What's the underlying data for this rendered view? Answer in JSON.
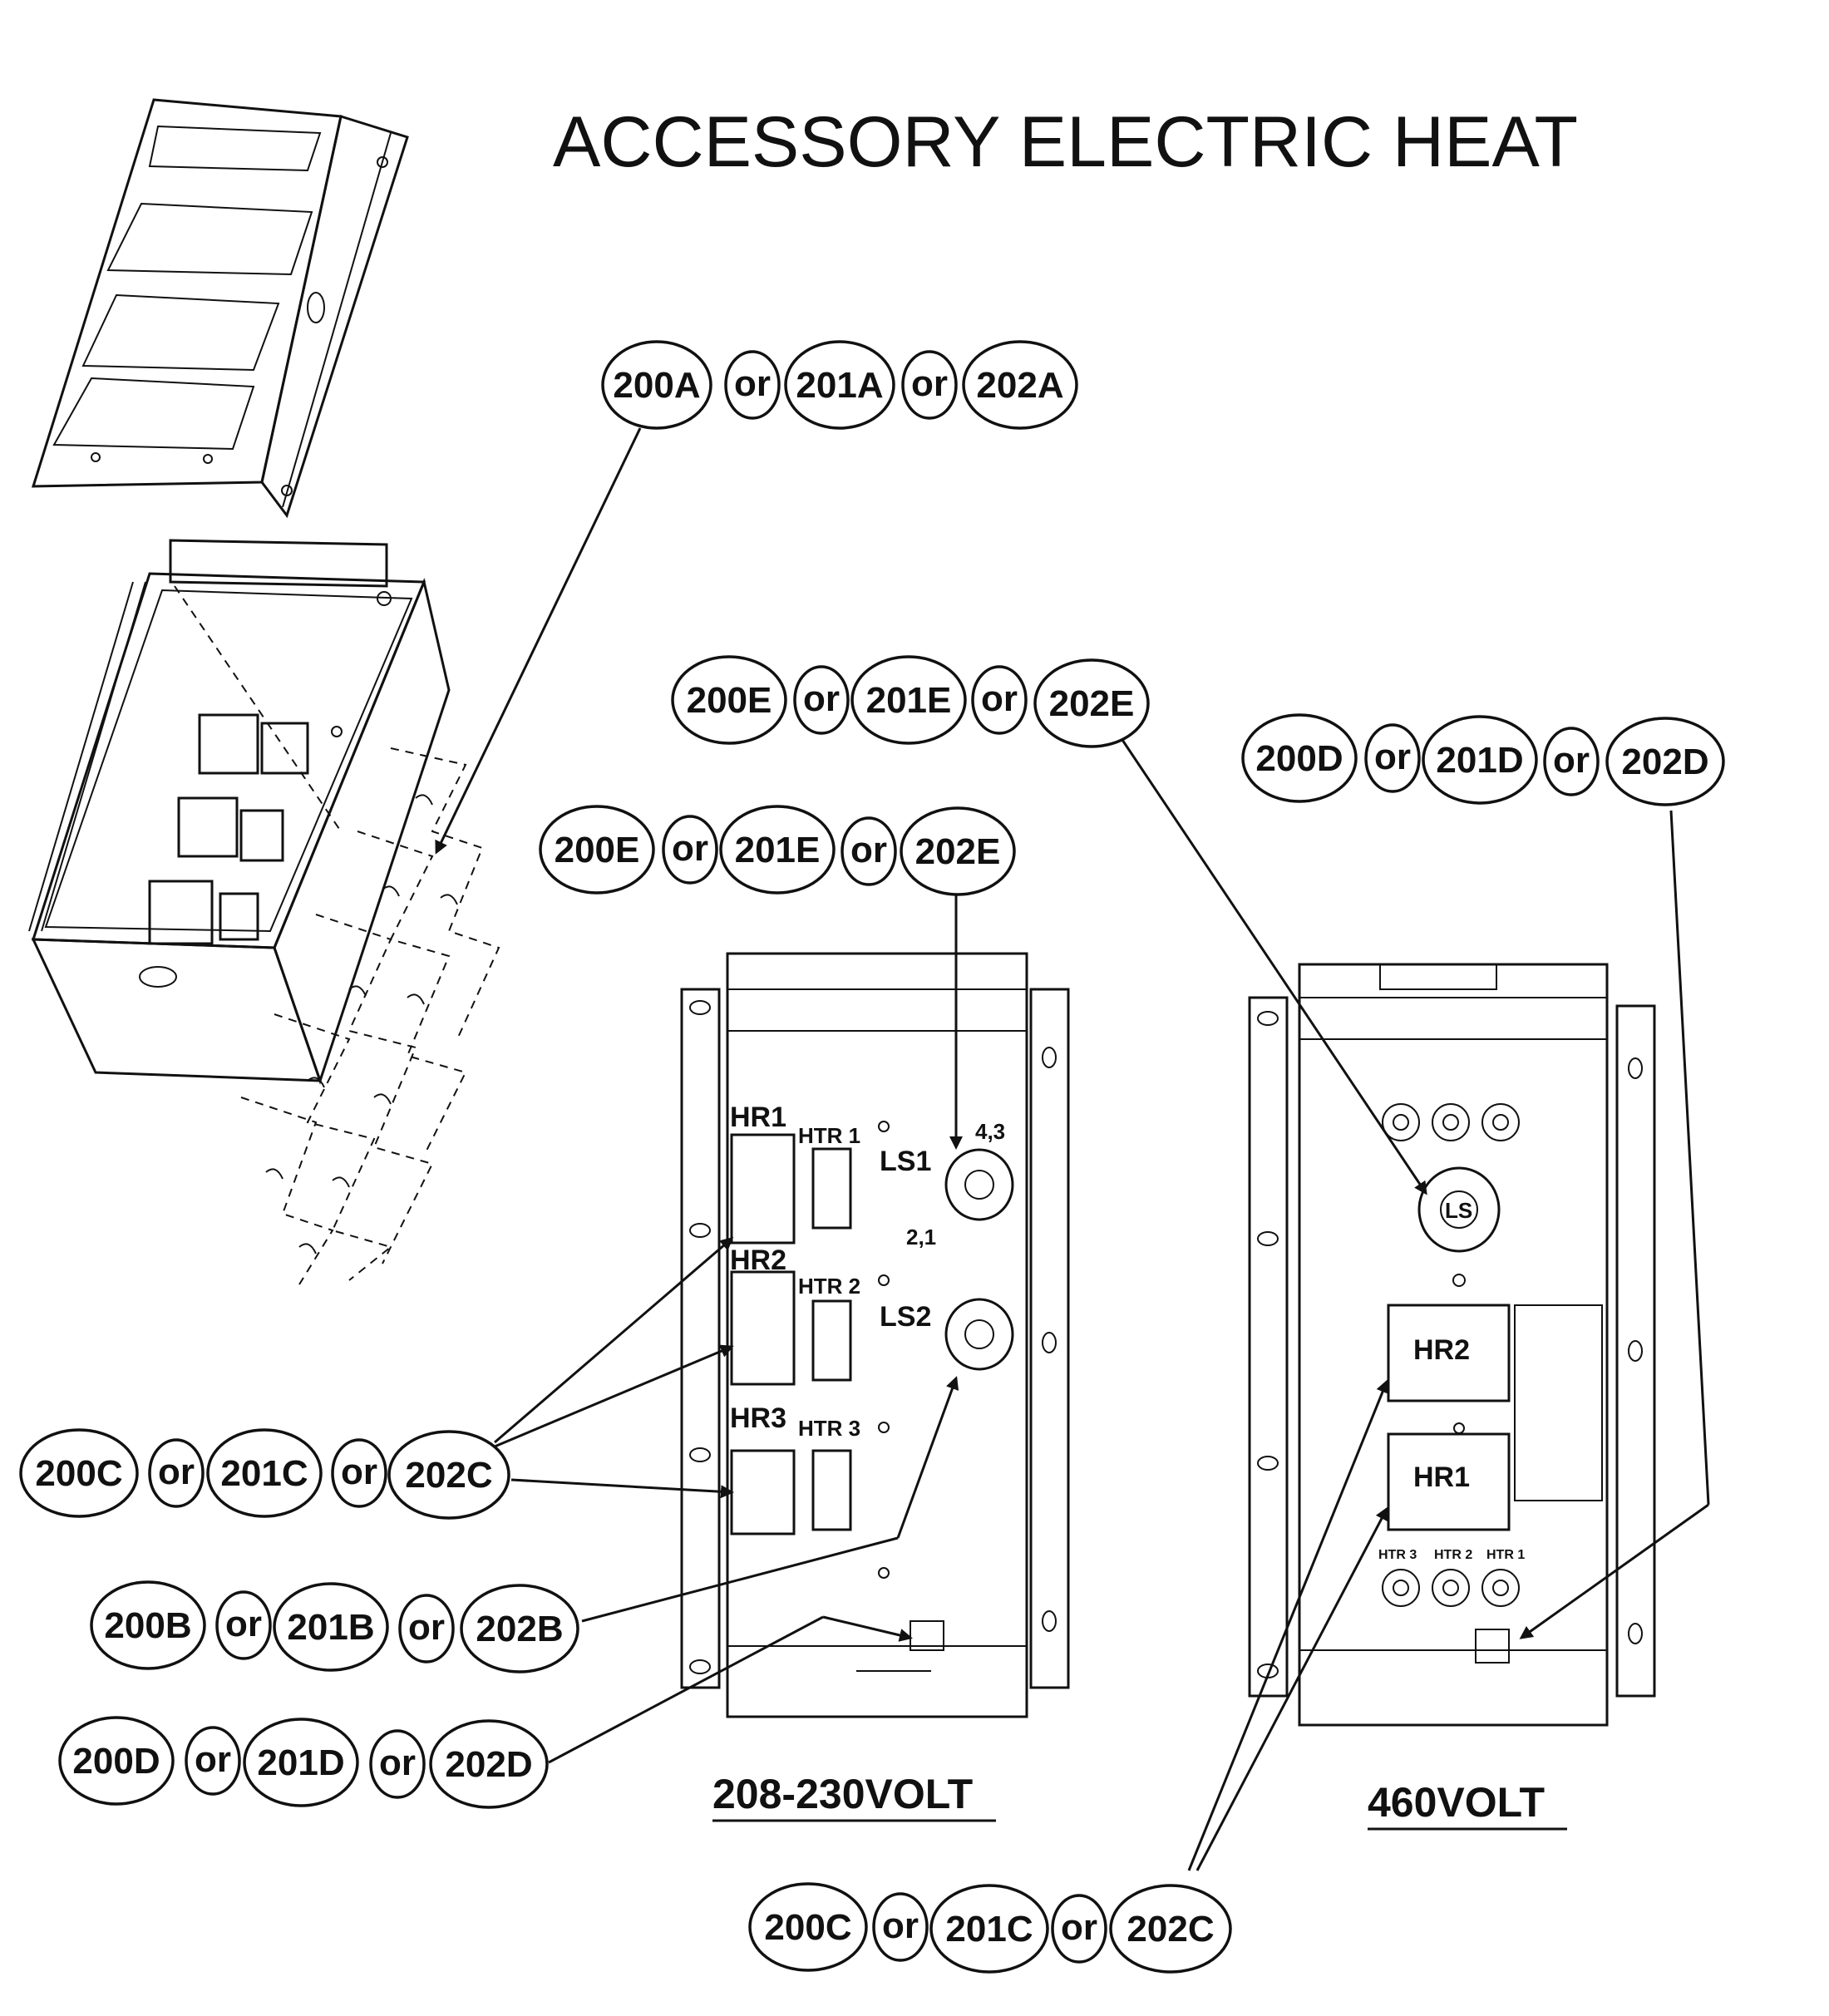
{
  "title": "ACCESSORY ELECTRIC HEAT",
  "callouts": [
    {
      "id": "A",
      "parts": [
        "200A",
        "201A",
        "202A"
      ],
      "sep": "or"
    },
    {
      "id": "E1",
      "parts": [
        "200E",
        "201E",
        "202E"
      ],
      "sep": "or"
    },
    {
      "id": "E2",
      "parts": [
        "200E",
        "201E",
        "202E"
      ],
      "sep": "or"
    },
    {
      "id": "D1",
      "parts": [
        "200D",
        "201D",
        "202D"
      ],
      "sep": "or"
    },
    {
      "id": "C1",
      "parts": [
        "200C",
        "201C",
        "202C"
      ],
      "sep": "or"
    },
    {
      "id": "B",
      "parts": [
        "200B",
        "201B",
        "202B"
      ],
      "sep": "or"
    },
    {
      "id": "D2",
      "parts": [
        "200D",
        "201D",
        "202D"
      ],
      "sep": "or"
    },
    {
      "id": "C2",
      "parts": [
        "200C",
        "201C",
        "202C"
      ],
      "sep": "or"
    }
  ],
  "panel_208": {
    "caption": "208-230VOLT",
    "relays": [
      "HR1",
      "HR2",
      "HR3"
    ],
    "heaters": [
      "HTR 1",
      "HTR 2",
      "HTR 3"
    ],
    "limit_switches": [
      "LS1",
      "LS2"
    ],
    "terminal_labels": [
      "4,3",
      "2,1"
    ]
  },
  "panel_460": {
    "caption": "460VOLT",
    "relays": [
      "HR2",
      "HR1"
    ],
    "limit_switch": "LS",
    "heaters": [
      "HTR 3",
      "HTR 2",
      "HTR 1"
    ]
  }
}
